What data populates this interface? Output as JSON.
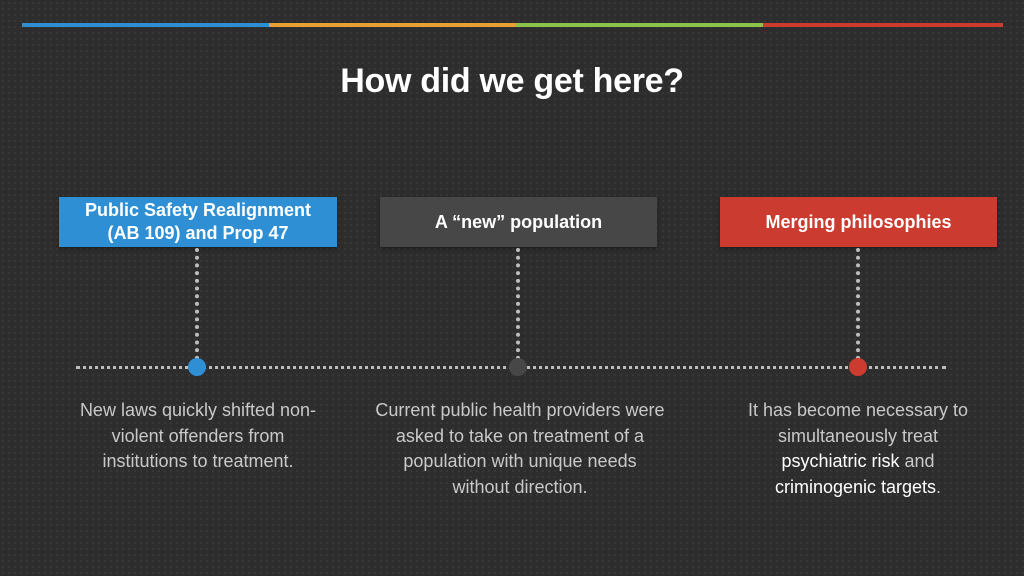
{
  "title": "How did we get here?",
  "colors": {
    "background": "#2d2d2d",
    "blue": "#2f8fd4",
    "orange": "#e8a032",
    "green": "#8bc34a",
    "red": "#cc3b30",
    "gray_box": "#474747",
    "text_muted": "#c9c9c9"
  },
  "items": [
    {
      "label_line1": "Public Safety Realignment",
      "label_line2": "(AB 109) and Prop 47",
      "color": "#2f8fd4",
      "description": "New laws quickly shifted non-violent offenders from institutions to treatment."
    },
    {
      "label": "A “new” population",
      "color": "#474747",
      "description": "Current public health providers were asked to take on treatment of a population with unique needs without direction."
    },
    {
      "label": "Merging philosophies",
      "color": "#cc3b30",
      "description_before": "It has become necessary to simultaneously treat ",
      "highlight_1": "psychiatric risk",
      "description_mid": " and ",
      "highlight_2": "criminogenic targets",
      "description_end": "."
    }
  ]
}
